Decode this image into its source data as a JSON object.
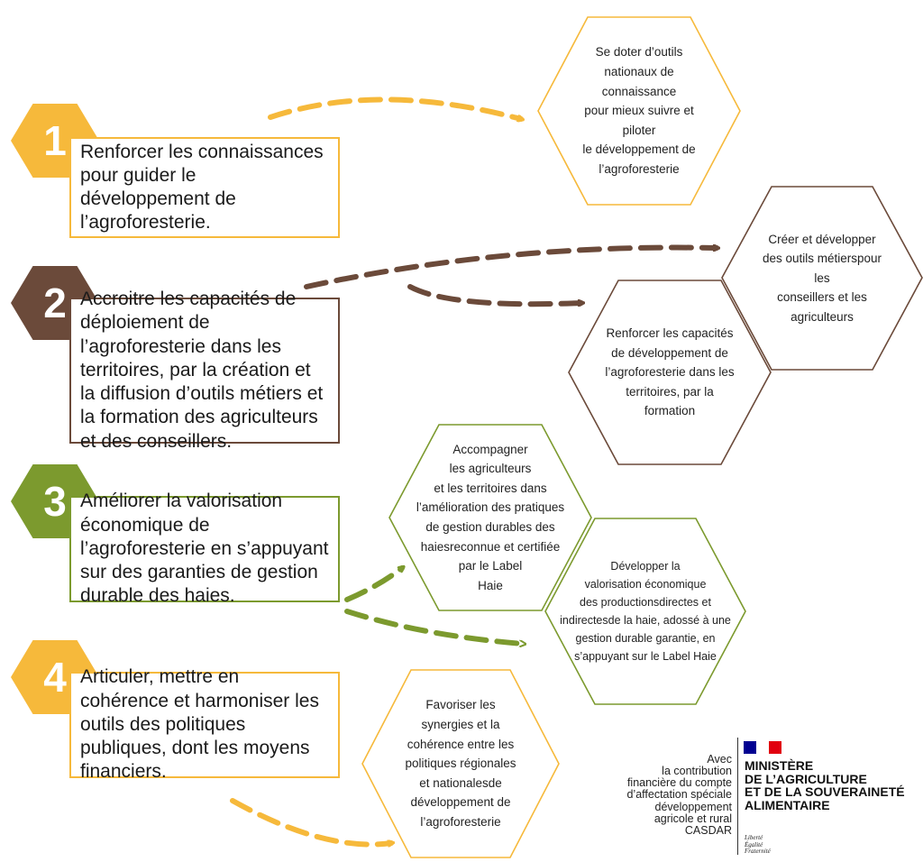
{
  "colors": {
    "yellow": "#F6B93B",
    "brown": "#6B4A3A",
    "green": "#7C9A2E",
    "flag_blue": "#000091",
    "flag_red": "#E1000F"
  },
  "objectives": [
    {
      "number": "1",
      "text": "Renforcer les connaissances pour guider le développement de l’agroforesterie.",
      "color": "yellow"
    },
    {
      "number": "2",
      "text": "Accroitre les capacités de déploiement de l’agroforesterie dans les territoires, par la création et la diffusion d’outils métiers et la formation des agriculteurs et des conseillers.",
      "color": "brown"
    },
    {
      "number": "3",
      "text": "Améliorer la valorisation économique de l’agroforesterie en s’appuyant sur des garanties de gestion durable des haies.",
      "color": "green"
    },
    {
      "number": "4",
      "text": "Articuler, mettre en cohérence et harmoniser les outils des politiques publiques, dont les moyens financiers.",
      "color": "yellow"
    }
  ],
  "actions": [
    {
      "lines": [
        "Se doter d’outils",
        "nationaux de connaissance",
        "pour mieux suivre et piloter",
        "le développement de",
        "l’agroforesterie"
      ],
      "color": "yellow"
    },
    {
      "lines": [
        "Créer et développer",
        "des outils métierspour les",
        "conseillers et les agriculteurs"
      ],
      "color": "brown"
    },
    {
      "lines": [
        "Renforcer les capacités",
        "de développement de",
        "l’agroforesterie dans les",
        "territoires, par la formation"
      ],
      "color": "brown"
    },
    {
      "lines": [
        "Accompagner",
        "les agriculteurs",
        "et les territoires dans",
        "l’amélioration des pratiques",
        "de gestion durables des",
        "haiesreconnue et certifiée",
        "par le Label",
        "Haie"
      ],
      "color": "green"
    },
    {
      "lines": [
        "Développer la",
        "valorisation économique",
        "des productionsdirectes et",
        "indirectesde la haie, adossé à une",
        "gestion durable garantie, en",
        "s’appuyant sur le Label Haie"
      ],
      "color": "green"
    },
    {
      "lines": [
        "Favoriser les",
        "synergies et la",
        "cohérence entre les",
        "politiques régionales",
        "et nationalesde",
        "développement de",
        "l’agroforesterie"
      ],
      "color": "yellow"
    }
  ],
  "logo": {
    "contribution": "Avec\nla contribution\nfinancière du compte\nd’affectation spéciale\ndéveloppement\nagricole et rural\nCASDAR",
    "ministry": "MINISTÈRE\nDE L’AGRICULTURE\nET DE LA SOUVERAINETÉ\nALIMENTAIRE",
    "motto": "Liberté\nÉgalité\nFraternité"
  }
}
